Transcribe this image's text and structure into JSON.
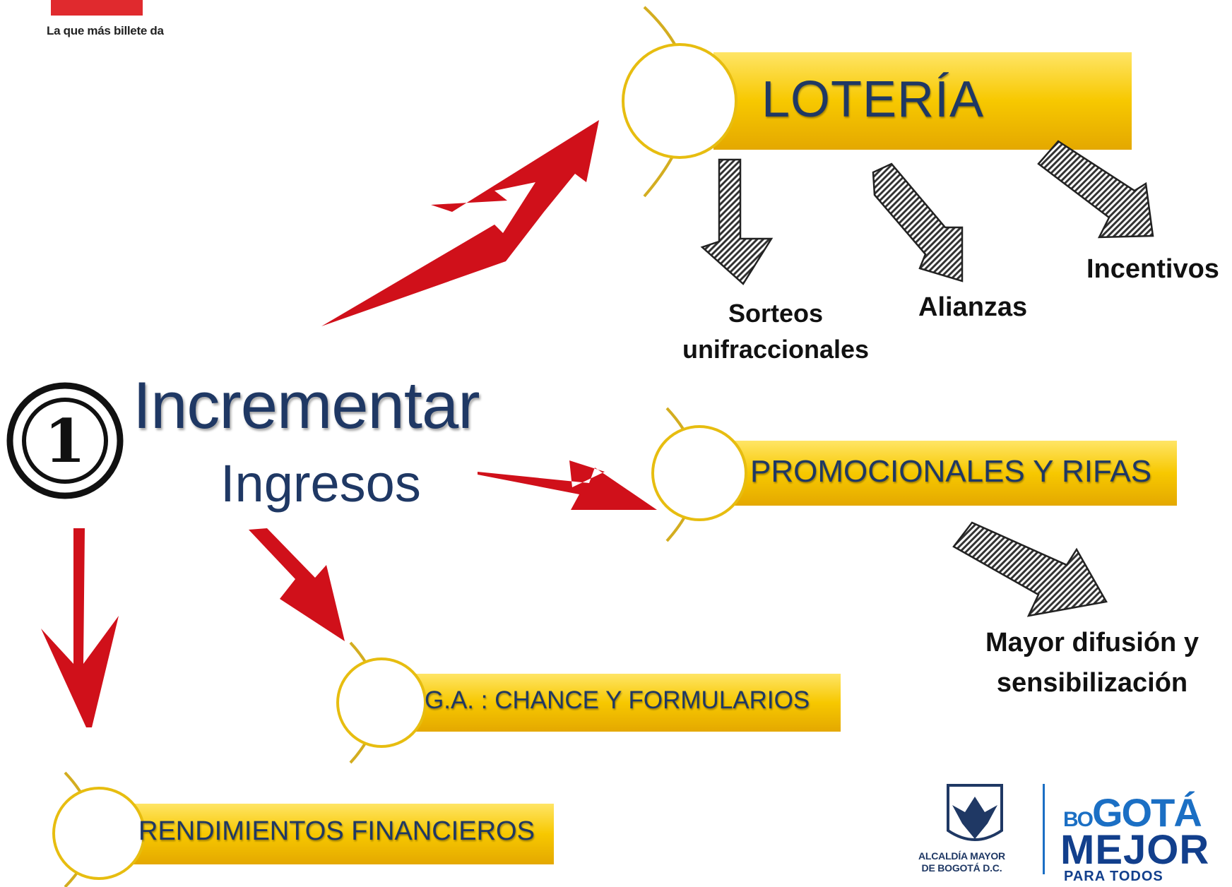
{
  "header": {
    "tagline": "La que más billete da"
  },
  "main": {
    "number_badge": "1",
    "title": "Incrementar",
    "subtitle": "Ingresos"
  },
  "branches": {
    "loteria": {
      "label": "LOTERÍA",
      "children": {
        "sorteos": [
          "Sorteos",
          "unifraccionales"
        ],
        "alianzas": "Alianzas",
        "incentivos": "Incentivos"
      }
    },
    "promocionales": {
      "label": "PROMOCIONALES Y RIFAS",
      "children": {
        "mayor_difusion": [
          "Mayor difusión y",
          "sensibilización"
        ]
      }
    },
    "ga": {
      "label": "G.A. : CHANCE Y FORMULARIOS"
    },
    "rendimientos": {
      "label": "RENDIMIENTOS FINANCIEROS"
    }
  },
  "logos": {
    "alcaldia": [
      "ALCALDÍA MAYOR",
      "DE BOGOTÁ D.C."
    ],
    "bogota_small": "BO",
    "bogota_large": "GOTÁ",
    "mejor": "MEJOR",
    "para_todos": "PARA TODOS"
  },
  "colors": {
    "bar_gold": "#f5c400",
    "bar_light": "#ffe566",
    "arrow_red": "#d0101a",
    "text_navy": "#1f3864",
    "brand_red": "#e02a2e"
  }
}
